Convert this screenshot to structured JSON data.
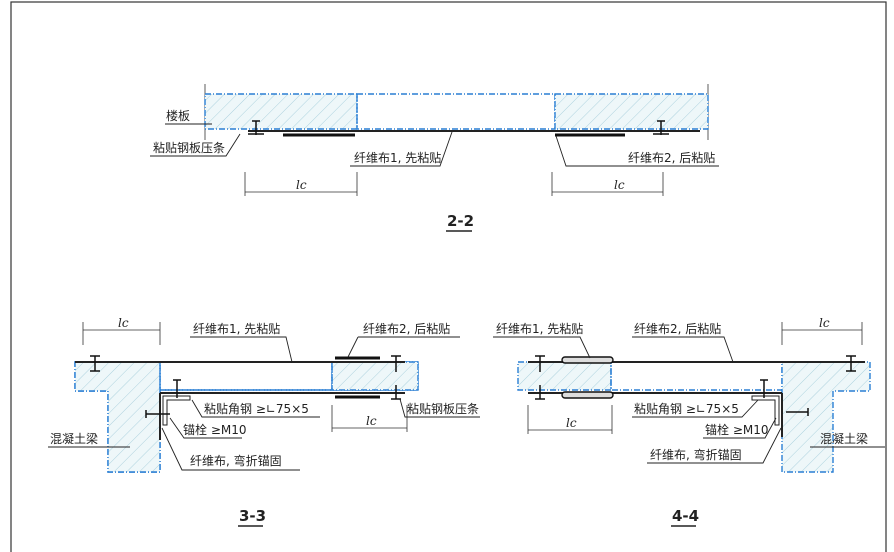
{
  "section_2_2": {
    "title": "2-2",
    "label_slab": "楼板",
    "label_plate_strip": "粘贴钢板压条",
    "label_fiber1": "纤维布1, 先粘贴",
    "label_fiber2": "纤维布2, 后粘贴",
    "dim_left": "lc",
    "dim_right": "lc"
  },
  "section_3_3": {
    "title": "3-3",
    "label_fiber1": "纤维布1, 先粘贴",
    "label_fiber2": "纤维布2, 后粘贴",
    "label_angle": "粘贴角钢 ≥∟75×5",
    "label_anchor": "锚栓 ≥M10",
    "label_beam": "混凝土梁",
    "label_fiber_anchor": "纤维布, 弯折锚固",
    "label_plate_strip": "粘贴钢板压条",
    "dim_top": "lc",
    "dim_bottom": "lc"
  },
  "section_4_4": {
    "title": "4-4",
    "label_fiber1": "纤维布1, 先粘贴",
    "label_fiber2": "纤维布2, 后粘贴",
    "label_angle": "粘贴角钢 ≥∟75×5",
    "label_anchor": "锚栓 ≥M10",
    "label_beam": "混凝土梁",
    "label_fiber_anchor": "纤维布, 弯折锚固",
    "dim_top": "lc",
    "dim_bottom": "lc"
  },
  "colors": {
    "concrete_outline": "#2a7fd4",
    "hatch": "#8fc3d6",
    "concrete_fill": "#eef7f9"
  }
}
